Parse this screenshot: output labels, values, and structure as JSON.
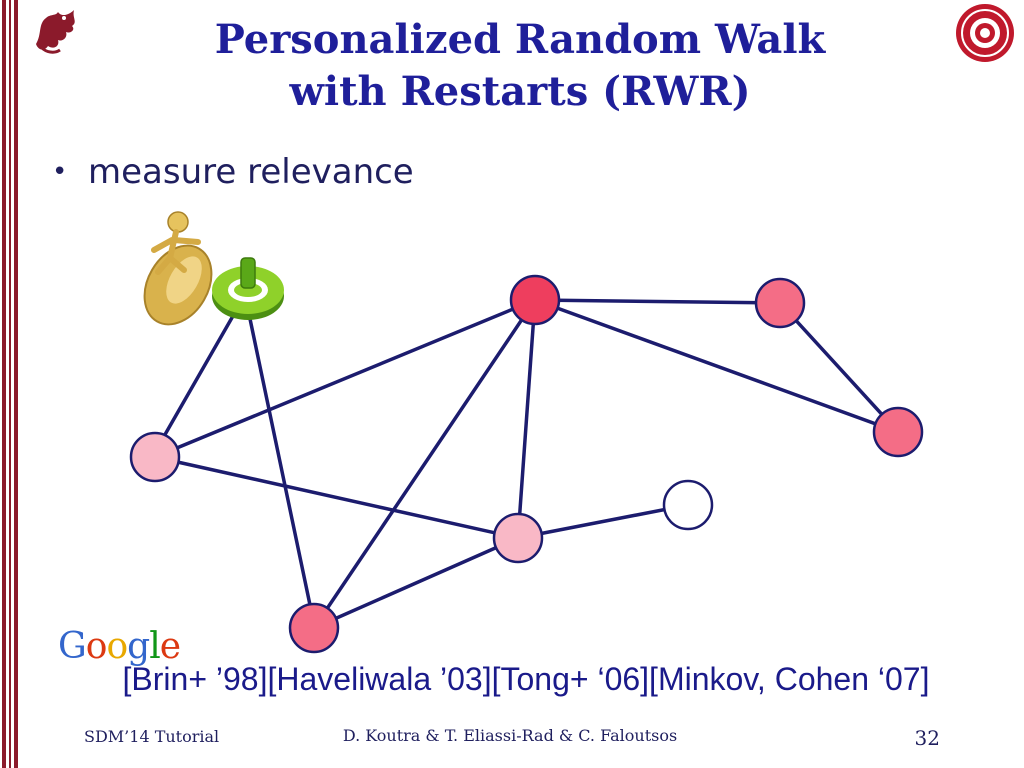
{
  "slide": {
    "title_line1": "Personalized Random Walk",
    "title_line2": "with Restarts (RWR)",
    "bullet": "measure relevance",
    "bullet_marker": "•"
  },
  "logos": {
    "google_letters": [
      "G",
      "o",
      "o",
      "g",
      "l",
      "e"
    ],
    "google_colors": [
      "#3366cc",
      "#dc3912",
      "#ffb400",
      "#3366cc",
      "#109618",
      "#dc3912"
    ]
  },
  "citation": "[Brin+ ’98][Haveliwala ’03][Tong+ ‘06][Minkov, Cohen ‘07]",
  "footer": {
    "left": "SDM’14 Tutorial",
    "center": "D. Koutra & T. Eliassi-Rad & C. Faloutsos",
    "page_number": "32"
  },
  "colors": {
    "title": "#1f1f9a",
    "edge": "#1c1c6e",
    "accent_stripe": "#8b1a2b",
    "node_hot": "#ee3e5e",
    "node_warm": "#f46d86",
    "node_mid": "#f4879b",
    "node_light": "#f9b8c6",
    "node_white": "#ffffff"
  }
}
